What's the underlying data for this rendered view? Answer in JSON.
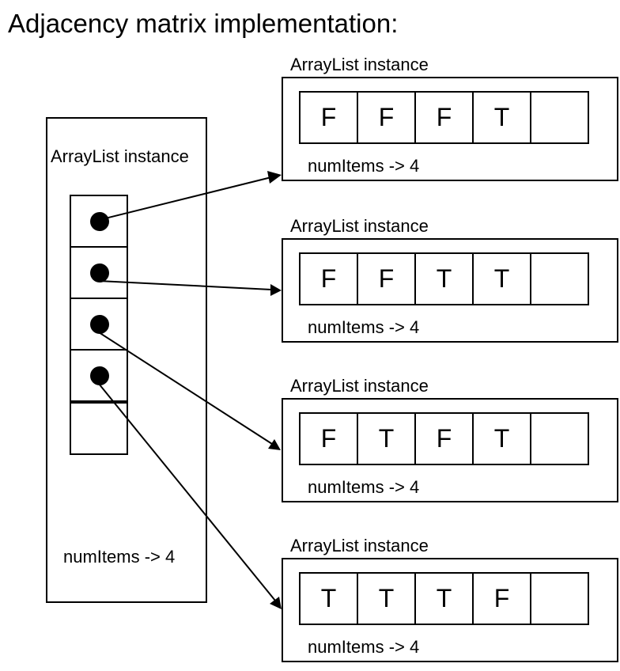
{
  "title": "Adjacency matrix implementation:",
  "outer": {
    "label": "ArrayList instance",
    "count": "numItems -> 4"
  },
  "instances": [
    {
      "label": "ArrayList instance",
      "cells": [
        "F",
        "F",
        "F",
        "T",
        ""
      ],
      "count": "numItems -> 4"
    },
    {
      "label": "ArrayList instance",
      "cells": [
        "F",
        "F",
        "T",
        "T",
        ""
      ],
      "count": "numItems -> 4"
    },
    {
      "label": "ArrayList instance",
      "cells": [
        "F",
        "T",
        "F",
        "T",
        ""
      ],
      "count": "numItems -> 4"
    },
    {
      "label": "ArrayList instance",
      "cells": [
        "T",
        "T",
        "T",
        "F",
        ""
      ],
      "count": "numItems -> 4"
    }
  ]
}
